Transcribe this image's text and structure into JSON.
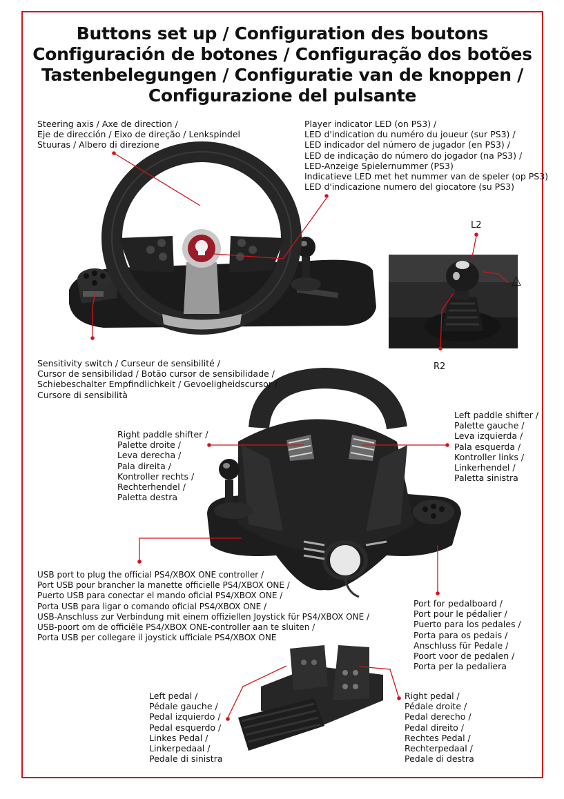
{
  "title_lines": [
    "Buttons set up / Configuration des boutons",
    "Configuración de botones / Configuração dos botões",
    "Tastenbelegungen / Configuratie van de knoppen /",
    "Configurazione del pulsante"
  ],
  "steering_axis": [
    "Steering axis / Axe de direction /",
    "Eje de dirección / Eixo de direção / Lenkspindel",
    "Stuuras /  Albero di direzione"
  ],
  "player_led": [
    "Player indicator LED (on PS3) /",
    "LED d'indication du numéro du joueur (sur PS3) /",
    "LED indicador del número de jugador (en PS3) /",
    "LED de indicação do número do jogador (na PS3) /",
    "LED-Anzeige Spielernummer (PS3)",
    "Indicatieve LED met het nummer van de speler (op PS3)",
    "LED d'indicazione numero del giocatore (su PS3)"
  ],
  "gear_labels": {
    "l2": "L2",
    "r2": "R2",
    "triangle": "△"
  },
  "sensitivity": [
    "Sensitivity switch / Curseur de sensibilité /",
    "Cursor de sensibilidad / Botão cursor de sensibilidade /",
    "Schiebeschalter Empfindlichkeit / Gevoeligheidscursor /",
    "Cursore di sensibilità"
  ],
  "left_paddle": [
    "Left paddle shifter /",
    "Palette gauche /",
    "Leva izquierda /",
    "Pala esquerda /",
    "Kontroller links /",
    "Linkerhendel /",
    "Paletta sinistra"
  ],
  "right_paddle": [
    "Right paddle shifter /",
    "Palette droite /",
    "Leva derecha /",
    "Pala direita /",
    "Kontroller rechts /",
    "Rechterhendel /",
    "Paletta destra"
  ],
  "usb_port": [
    "USB port to plug the official PS4/XBOX ONE controller /",
    "Port USB pour brancher la manette officielle PS4/XBOX ONE /",
    "Puerto USB para conectar el mando oficial PS4/XBOX ONE /",
    "Porta USB para ligar o comando oficial PS4/XBOX ONE /",
    "USB-Anschluss zur Verbindung mit einem offiziellen Joystick für PS4/XBOX ONE /",
    "USB-poort om de officiële PS4/XBOX ONE-controller aan te sluiten /",
    "Porta USB per collegare il joystick ufficiale PS4/XBOX ONE"
  ],
  "pedal_port": [
    "Port for pedalboard /",
    "Port pour le pédalier /",
    "Puerto para los pedales /",
    "Porta para os pedais /",
    "Anschluss für Pedale /",
    "Poort voor de pedalen /",
    "Porta per la pedaliera"
  ],
  "left_pedal": [
    "Left pedal /",
    "Pédale gauche /",
    "Pedal izquierdo /",
    "Pedal esquerdo /",
    "Linkes Pedal /",
    "Linkerpedaal /",
    "Pedale di sinistra"
  ],
  "right_pedal": [
    "Right pedal /",
    "Pédale droite /",
    "Pedal derecho /",
    "Pedal direito /",
    "Rechtes Pedal /",
    "Rechterpedaal /",
    "Pedale di destra"
  ],
  "colors": {
    "accent": "#d0141c",
    "device": "#1e1e1e",
    "leather": "#2a2a2a"
  }
}
